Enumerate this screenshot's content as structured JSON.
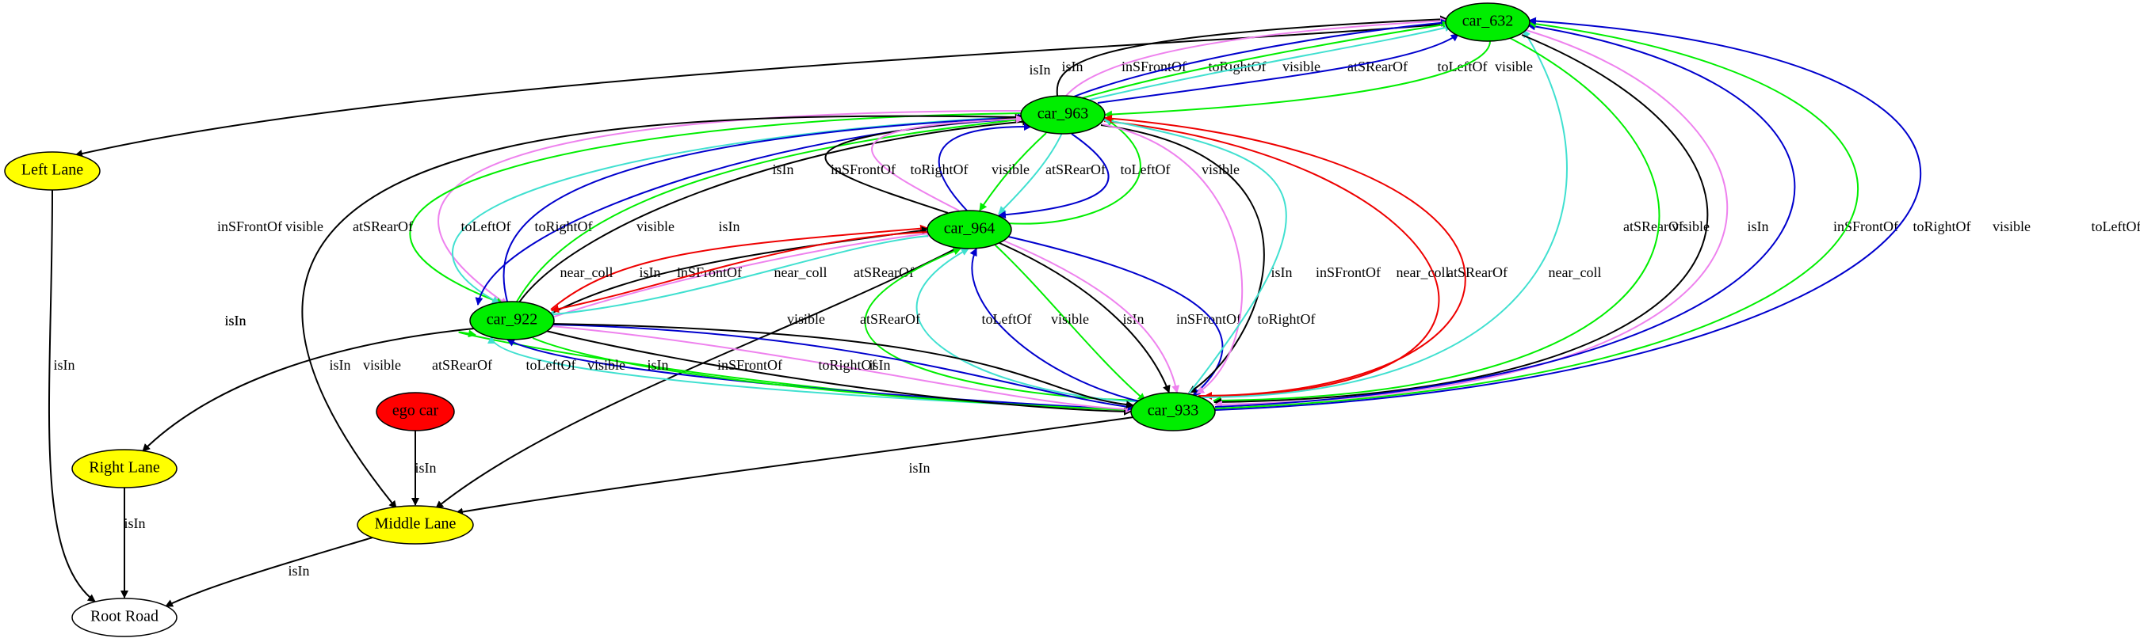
{
  "colors": {
    "car": "#00ee00",
    "ego": "#ff0000",
    "lane": "#ffff00",
    "road": "#ffffff",
    "isIn": "#000000",
    "inSFrontOf": "#ee82ee",
    "visible": "#00ee00",
    "atSRearOf": "#40e0d0",
    "toLeftOf": "#0000cd",
    "toRightOf": "#0000cd",
    "near_coll": "#ee0000"
  },
  "nodes": [
    {
      "id": "car_632",
      "label": "car_632",
      "kind": "car"
    },
    {
      "id": "car_963",
      "label": "car_963",
      "kind": "car"
    },
    {
      "id": "car_964",
      "label": "car_964",
      "kind": "car"
    },
    {
      "id": "car_922",
      "label": "car_922",
      "kind": "car"
    },
    {
      "id": "car_933",
      "label": "car_933",
      "kind": "car"
    },
    {
      "id": "ego_car",
      "label": "ego car",
      "kind": "ego"
    },
    {
      "id": "left_lane",
      "label": "Left Lane",
      "kind": "lane"
    },
    {
      "id": "right_lane",
      "label": "Right Lane",
      "kind": "lane"
    },
    {
      "id": "middle_lane",
      "label": "Middle Lane",
      "kind": "lane"
    },
    {
      "id": "root_road",
      "label": "Root Road",
      "kind": "road"
    }
  ],
  "edges": [
    {
      "from": "car_632",
      "to": "left_lane",
      "label": "isIn"
    },
    {
      "from": "car_963",
      "to": "car_632",
      "label": "isIn"
    },
    {
      "from": "car_963",
      "to": "car_632",
      "label": "inSFrontOf"
    },
    {
      "from": "car_963",
      "to": "car_632",
      "label": "toRightOf"
    },
    {
      "from": "car_963",
      "to": "car_632",
      "label": "visible"
    },
    {
      "from": "car_963",
      "to": "car_632",
      "label": "atSRearOf"
    },
    {
      "from": "car_963",
      "to": "car_632",
      "label": "toLeftOf"
    },
    {
      "from": "car_632",
      "to": "car_963",
      "label": "visible"
    },
    {
      "from": "car_963",
      "to": "car_922",
      "label": "inSFrontOf"
    },
    {
      "from": "car_963",
      "to": "car_922",
      "label": "visible"
    },
    {
      "from": "car_963",
      "to": "car_922",
      "label": "atSRearOf"
    },
    {
      "from": "car_963",
      "to": "car_922",
      "label": "toLeftOf"
    },
    {
      "from": "car_922",
      "to": "car_963",
      "label": "toRightOf"
    },
    {
      "from": "car_922",
      "to": "car_963",
      "label": "visible"
    },
    {
      "from": "car_922",
      "to": "car_963",
      "label": "isIn"
    },
    {
      "from": "car_963",
      "to": "middle_lane",
      "label": "isIn"
    },
    {
      "from": "car_964",
      "to": "car_963",
      "label": "isIn"
    },
    {
      "from": "car_964",
      "to": "car_963",
      "label": "inSFrontOf"
    },
    {
      "from": "car_964",
      "to": "car_963",
      "label": "toRightOf"
    },
    {
      "from": "car_963",
      "to": "car_964",
      "label": "visible"
    },
    {
      "from": "car_963",
      "to": "car_964",
      "label": "atSRearOf"
    },
    {
      "from": "car_963",
      "to": "car_964",
      "label": "toLeftOf"
    },
    {
      "from": "car_964",
      "to": "car_963",
      "label": "visible"
    },
    {
      "from": "car_922",
      "to": "car_964",
      "label": "near_coll"
    },
    {
      "from": "car_922",
      "to": "car_964",
      "label": "isIn"
    },
    {
      "from": "car_922",
      "to": "car_964",
      "label": "inSFrontOf"
    },
    {
      "from": "car_964",
      "to": "car_922",
      "label": "near_coll"
    },
    {
      "from": "car_964",
      "to": "car_922",
      "label": "atSRearOf"
    },
    {
      "from": "car_964",
      "to": "middle_lane",
      "label": "isIn"
    },
    {
      "from": "car_933",
      "to": "car_964",
      "label": "visible"
    },
    {
      "from": "car_933",
      "to": "car_964",
      "label": "atSRearOf"
    },
    {
      "from": "car_933",
      "to": "car_964",
      "label": "toLeftOf"
    },
    {
      "from": "car_964",
      "to": "car_933",
      "label": "visible"
    },
    {
      "from": "car_964",
      "to": "car_933",
      "label": "isIn"
    },
    {
      "from": "car_964",
      "to": "car_933",
      "label": "inSFrontOf"
    },
    {
      "from": "car_964",
      "to": "car_933",
      "label": "toRightOf"
    },
    {
      "from": "car_963",
      "to": "car_933",
      "label": "isIn"
    },
    {
      "from": "car_963",
      "to": "car_933",
      "label": "inSFrontOf"
    },
    {
      "from": "car_963",
      "to": "car_933",
      "label": "near_coll"
    },
    {
      "from": "car_933",
      "to": "car_963",
      "label": "atSRearOf"
    },
    {
      "from": "car_933",
      "to": "car_963",
      "label": "near_coll"
    },
    {
      "from": "car_933",
      "to": "car_632",
      "label": "atSRearOf"
    },
    {
      "from": "car_632",
      "to": "car_933",
      "label": "visible"
    },
    {
      "from": "car_632",
      "to": "car_933",
      "label": "isIn"
    },
    {
      "from": "car_632",
      "to": "car_933",
      "label": "inSFrontOf"
    },
    {
      "from": "car_933",
      "to": "car_632",
      "label": "toRightOf"
    },
    {
      "from": "car_933",
      "to": "car_632",
      "label": "visible"
    },
    {
      "from": "car_933",
      "to": "car_632",
      "label": "toLeftOf"
    },
    {
      "from": "car_922",
      "to": "right_lane",
      "label": "isIn"
    },
    {
      "from": "car_933",
      "to": "car_922",
      "label": "visible"
    },
    {
      "from": "car_933",
      "to": "car_922",
      "label": "atSRearOf"
    },
    {
      "from": "car_933",
      "to": "car_922",
      "label": "toLeftOf"
    },
    {
      "from": "car_922",
      "to": "car_933",
      "label": "visible"
    },
    {
      "from": "car_922",
      "to": "car_933",
      "label": "isIn"
    },
    {
      "from": "car_922",
      "to": "car_933",
      "label": "inSFrontOf"
    },
    {
      "from": "car_922",
      "to": "car_933",
      "label": "toRightOf"
    },
    {
      "from": "car_922",
      "to": "car_933",
      "label": "isIn"
    },
    {
      "from": "ego_car",
      "to": "middle_lane",
      "label": "isIn"
    },
    {
      "from": "car_933",
      "to": "middle_lane",
      "label": "isIn"
    },
    {
      "from": "left_lane",
      "to": "root_road",
      "label": "isIn"
    },
    {
      "from": "right_lane",
      "to": "root_road",
      "label": "isIn"
    },
    {
      "from": "middle_lane",
      "to": "root_road",
      "label": "isIn"
    }
  ]
}
